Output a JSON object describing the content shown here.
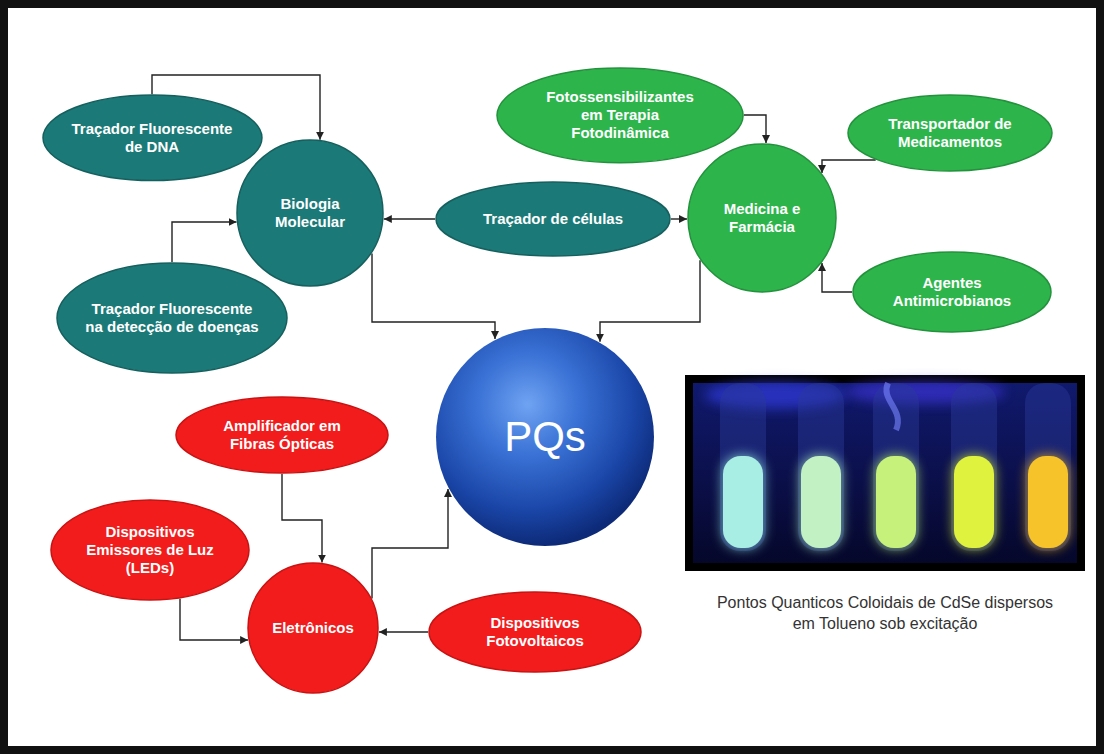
{
  "diagram": {
    "caption": "Pontos Quanticos Coloidais de CdSe dispersos em Tolueno sob excitação",
    "nodes": [
      {
        "text": [
          "Traçador Fluorescente de DNA"
        ]
      },
      {
        "text": [
          "Fotossensibilizantes em Terapia Fotodinâmica"
        ]
      },
      {
        "text": [
          "Transportador de Medicamentos"
        ]
      },
      {
        "text": [
          "Biologia Molecular"
        ]
      },
      {
        "text": [
          "Traçador de células"
        ]
      },
      {
        "text": [
          "Medicina e Farmácia"
        ]
      },
      {
        "text": [
          "Agentes Antimicrobianos"
        ]
      },
      {
        "text": [
          "Traçador Fluorescente na detecção de doenças"
        ]
      },
      {
        "text": [
          "PQs"
        ]
      },
      {
        "text": [
          "Amplificador em Fibras Ópticas"
        ]
      },
      {
        "text": [
          "Dispositivos Emissores de Luz (LEDs)"
        ]
      },
      {
        "text": [
          "Eletrônicos"
        ]
      },
      {
        "text": [
          "Dispositivos Fotovoltaicos"
        ]
      }
    ],
    "edges": [
      {
        "from": 0,
        "to": 3,
        "arrow": "to"
      },
      {
        "from": 7,
        "to": 3,
        "arrow": "to"
      },
      {
        "from": 4,
        "to": 3,
        "arrow": "to"
      },
      {
        "from": 4,
        "to": 5,
        "arrow": "to"
      },
      {
        "from": 1,
        "to": 5,
        "arrow": "to"
      },
      {
        "from": 2,
        "to": 5,
        "arrow": "to"
      },
      {
        "from": 6,
        "to": 5,
        "arrow": "to"
      },
      {
        "from": 3,
        "to": 8,
        "arrow": "to"
      },
      {
        "from": 5,
        "to": 8,
        "arrow": "to"
      },
      {
        "from": 9,
        "to": 11,
        "arrow": "to"
      },
      {
        "from": 10,
        "to": 11,
        "arrow": "to"
      },
      {
        "from": 12,
        "to": 11,
        "arrow": "to"
      },
      {
        "from": 11,
        "to": 8,
        "arrow": "to"
      }
    ]
  }
}
